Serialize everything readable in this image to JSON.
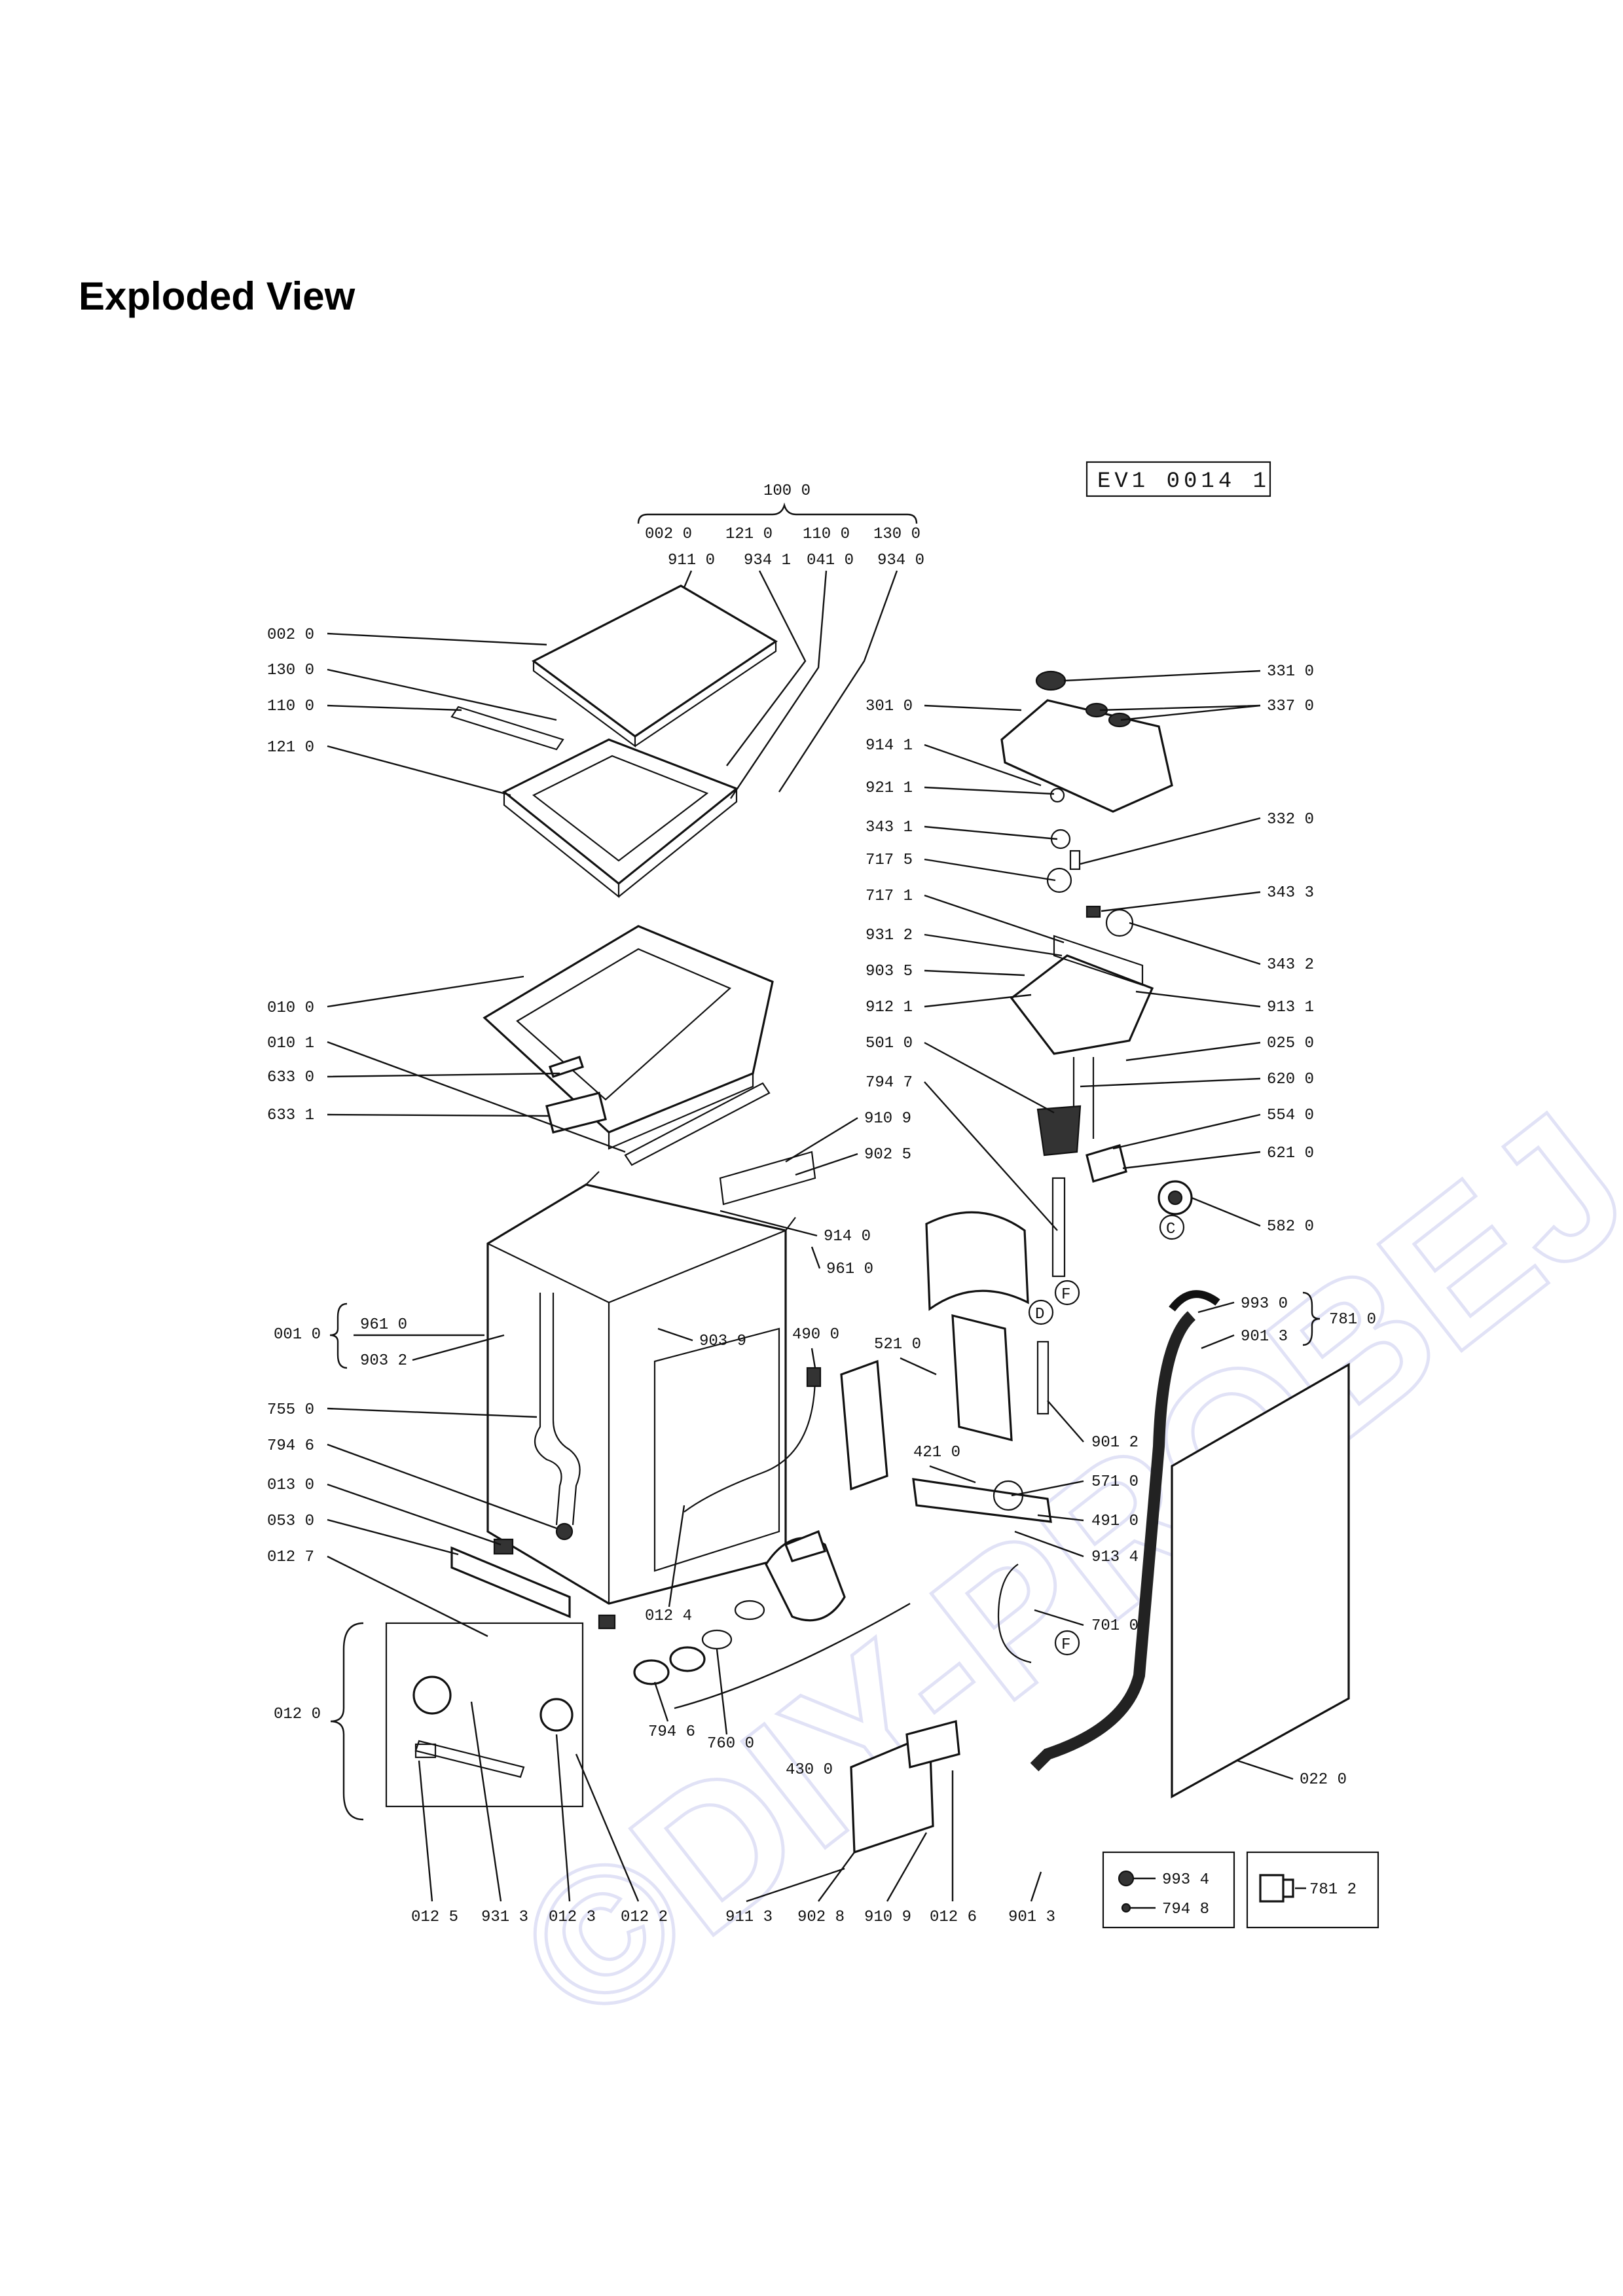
{
  "page": {
    "title": "Exploded View"
  },
  "diagram": {
    "reference": "EV1 0014 1",
    "watermark": "©DIY-PROBEJ.cz",
    "group_labels": {
      "top_group": "100 0",
      "drain_group": "781 0",
      "cabinet_group": "001 0",
      "lever_group": "012 0",
      "pump_group": "430 0"
    },
    "top_row_labels": [
      "002 0",
      "121 0",
      "110 0",
      "130 0"
    ],
    "second_row_labels": [
      "911 0",
      "934 1",
      "041 0",
      "934 0"
    ],
    "cabinet_sub_labels": [
      "961 0",
      "903 2"
    ],
    "drain_sub_labels": [
      "993 0",
      "901 3"
    ],
    "left_labels": [
      "002 0",
      "130 0",
      "110 0",
      "121 0",
      "010 0",
      "010 1",
      "633 0",
      "633 1",
      "755 0",
      "794 6",
      "013 0",
      "053 0",
      "012 7"
    ],
    "right_labels": [
      "331 0",
      "337 0",
      "301 0",
      "914 1",
      "921 1",
      "343 1",
      "332 0",
      "717 5",
      "717 1",
      "343 3",
      "931 2",
      "343 2",
      "903 5",
      "912 1",
      "913 1",
      "025 0",
      "501 0",
      "620 0",
      "794 7",
      "554 0",
      "621 0",
      "582 0"
    ],
    "middle_labels": [
      "910 9",
      "902 5",
      "914 0",
      "961 0",
      "903 9",
      "490 0",
      "521 0",
      "012 4",
      "421 0",
      "571 0",
      "491 0",
      "913 4",
      "701 0",
      "901 2",
      "794 6",
      "760 0"
    ],
    "bottom_labels": [
      "012 5",
      "931 3",
      "012 3",
      "012 2",
      "911 3",
      "902 8",
      "910 9",
      "012 6",
      "901 3",
      "022 0"
    ],
    "circle_markers": [
      "C",
      "D",
      "F",
      "F"
    ],
    "legend": [
      {
        "code": "993 4",
        "icon": "round-knob-icon"
      },
      {
        "code": "794 8",
        "icon": "screw-icon"
      },
      {
        "code": "781 2",
        "icon": "hose-connector-icon"
      }
    ]
  }
}
